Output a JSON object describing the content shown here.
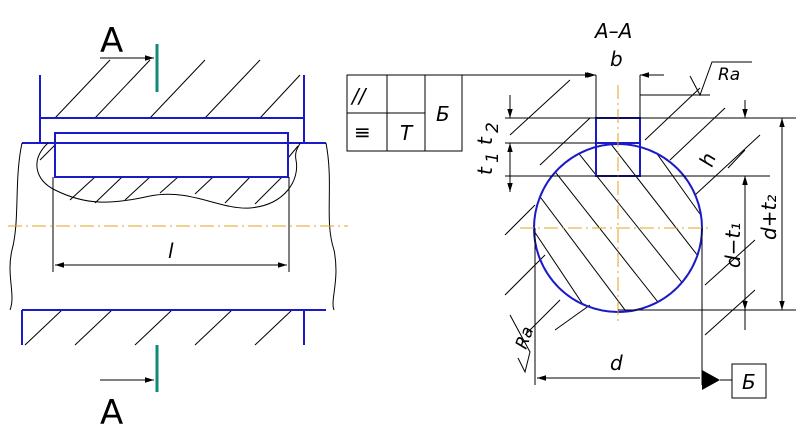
{
  "section_mark_top": "А",
  "section_mark_bottom": "А",
  "section_title": "А–А",
  "labels": {
    "length": "l",
    "key_width": "b",
    "depths": "t₁ t₂",
    "t1": "t",
    "t1_sub": "1",
    "t2": "t",
    "t2_sub": "2",
    "h": "h",
    "d_minus_t1": "d−t₁",
    "d_plus_t2": "d+t₂",
    "diameter": "d",
    "roughness_top": "Ra",
    "roughness_left": "Ra"
  },
  "tolerance_frame": {
    "parallel_symbol": "//",
    "symmetry_symbol": "≡",
    "tolerance_value": "T",
    "datum": "Б"
  },
  "datum_box": "Б",
  "colors": {
    "outline": "#1a1ac8",
    "axis": "#e3a020",
    "section_marker": "#0f8a7a",
    "lines": "#000000"
  }
}
